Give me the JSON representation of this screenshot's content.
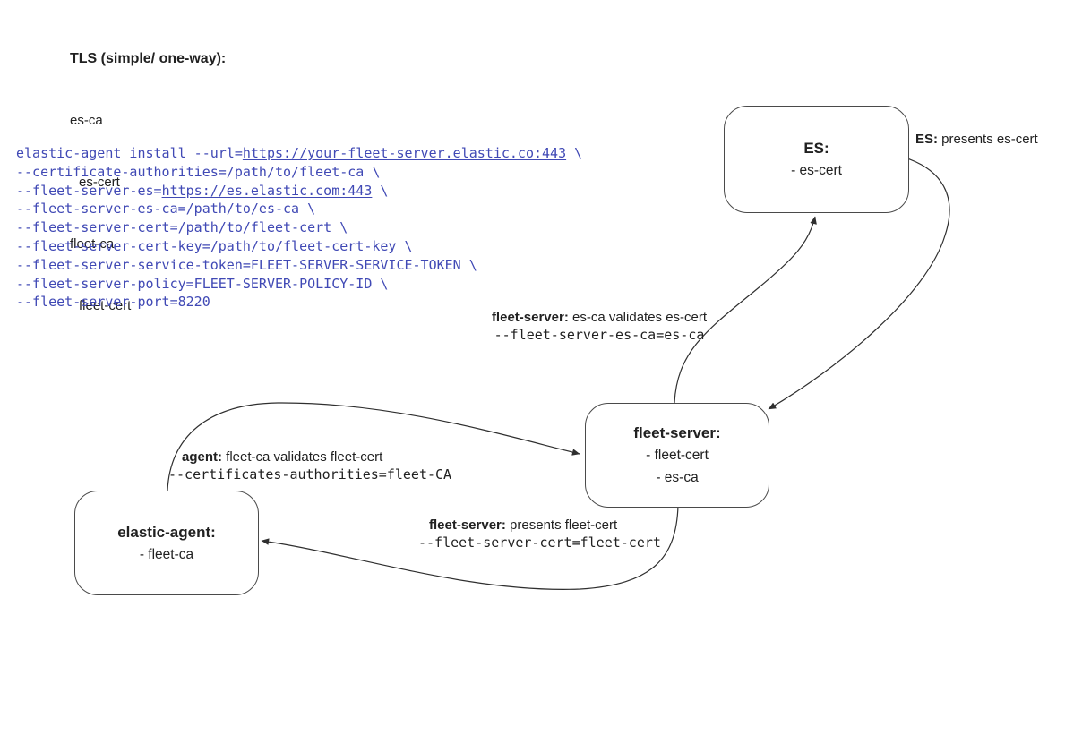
{
  "tls_overview": {
    "title": "TLS (simple/ one-way):",
    "items": [
      {
        "text": "es-ca",
        "indent": 0
      },
      {
        "text": "es-cert",
        "indent": 1
      },
      {
        "text": "fleet-ca",
        "indent": 0
      },
      {
        "text": "fleet-cert",
        "indent": 1
      }
    ]
  },
  "code": {
    "color": "#4049b5",
    "lines": [
      "elastic-agent install --url=https://your-fleet-server.elastic.co:443 \\",
      "--certificate-authorities=/path/to/fleet-ca \\",
      "--fleet-server-es=https://es.elastic.com:443 \\",
      "--fleet-server-es-ca=/path/to/es-ca \\",
      "--fleet-server-cert=/path/to/fleet-cert \\",
      "--fleet-server-cert-key=/path/to/fleet-cert-key \\",
      "--fleet-server-service-token=FLEET-SERVER-SERVICE-TOKEN \\",
      "--fleet-server-policy=FLEET-SERVER-POLICY-ID \\",
      "--fleet-server-port=8220"
    ],
    "underlined": [
      "https://your-fleet-server.elastic.co:443",
      "https://es.elastic.com:443"
    ]
  },
  "nodes": {
    "es": {
      "title": "ES:",
      "items": [
        "- es-cert"
      ]
    },
    "fleet_server": {
      "title": "fleet-server:",
      "items": [
        "- fleet-cert",
        "- es-ca"
      ]
    },
    "elastic_agent": {
      "title": "elastic-agent:",
      "items": [
        "- fleet-ca"
      ]
    }
  },
  "edge_labels": {
    "es_presents": {
      "bold": "ES:",
      "rest": " presents es-cert"
    },
    "fleet_validates": {
      "bold": "fleet-server:",
      "rest": " es-ca validates es-cert",
      "mono": "--fleet-server-es-ca=es-ca"
    },
    "agent_validates": {
      "bold": "agent:",
      "rest": " fleet-ca validates fleet-cert",
      "mono": "--certificates-authorities=fleet-CA"
    },
    "fleet_presents": {
      "bold": "fleet-server:",
      "rest": " presents fleet-cert",
      "mono": "--fleet-server-cert=fleet-cert"
    }
  },
  "diagram_colors": {
    "arrow": "#2f2f2f",
    "node_border": "#4a4a4a",
    "text": "#212121"
  }
}
